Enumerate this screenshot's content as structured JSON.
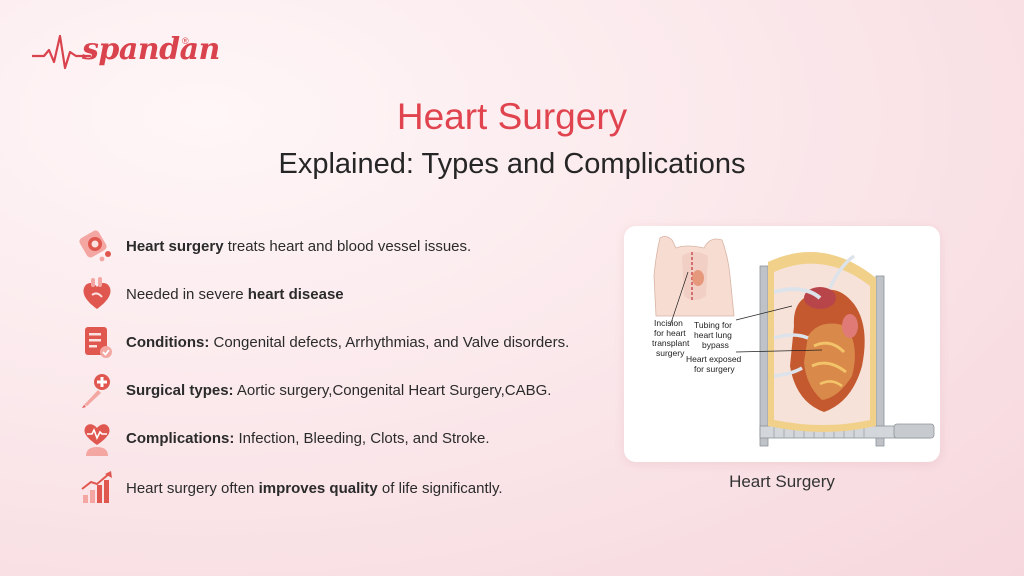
{
  "brand": {
    "name": "spandan",
    "reg_mark": "®"
  },
  "header": {
    "title": "Heart Surgery",
    "subtitle": "Explained: Types and Complications"
  },
  "bullets": [
    {
      "icon": "heart-artery-icon",
      "bold": "Heart surgery",
      "text": " treats heart and blood vessel issues."
    },
    {
      "icon": "heart-anatomy-icon",
      "text": "Needed in severe ",
      "bold": "heart disease"
    },
    {
      "icon": "checklist-document-icon",
      "bold": "Conditions:",
      "text": " Congenital defects, Arrhythmias, and Valve disorders."
    },
    {
      "icon": "scalpel-cross-icon",
      "bold": "Surgical types:",
      "text": " Aortic surgery,Congenital Heart Surgery,CABG."
    },
    {
      "icon": "heartbeat-person-icon",
      "bold": "Complications:",
      "text": " Infection, Bleeding, Clots, and Stroke."
    },
    {
      "icon": "growth-chart-icon",
      "text_before": "Heart surgery often ",
      "bold": "improves quality",
      "text": " of life significantly."
    }
  ],
  "illustration": {
    "labels": {
      "incision": [
        "Incision",
        "for heart",
        "transplant",
        "surgery"
      ],
      "tubing": [
        "Tubing for",
        "heart lung",
        "bypass"
      ],
      "exposed": [
        "Heart exposed",
        "for surgery"
      ]
    },
    "caption": "Heart Surgery"
  },
  "colors": {
    "accent": "#e0444f",
    "icon_bg": "#f4a7a2",
    "icon_fg": "#e0574f"
  }
}
